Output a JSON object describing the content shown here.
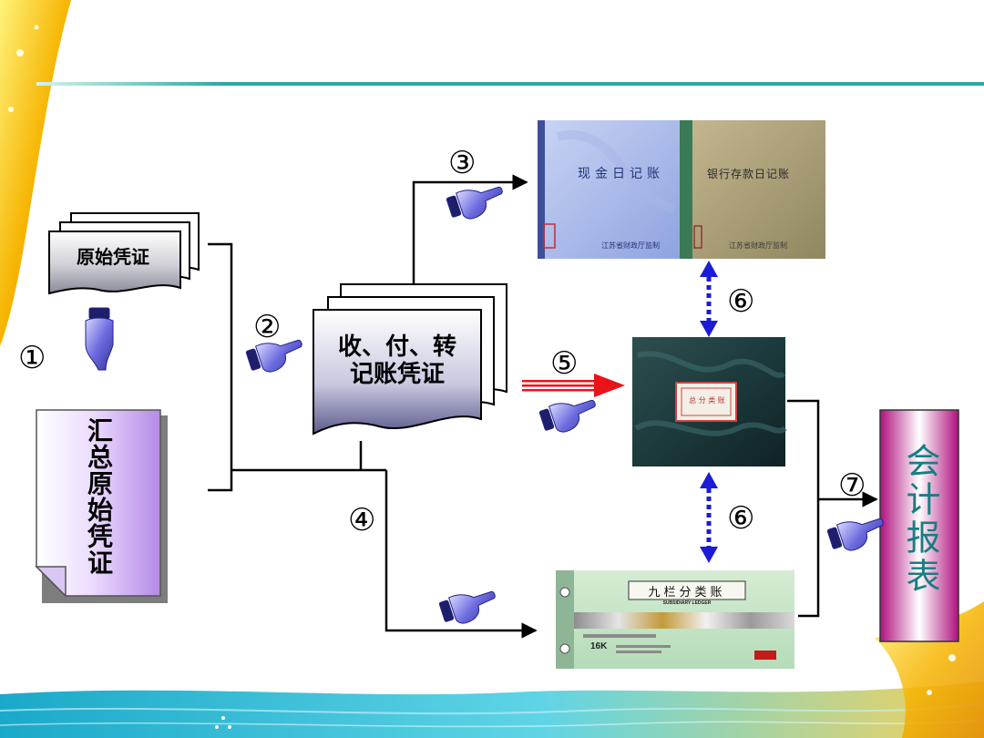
{
  "nodes": {
    "original_voucher": "原始凭证",
    "summary_voucher": "汇总原始凭证",
    "accounting_voucher_line1": "收、付、转",
    "accounting_voucher_line2": "记账凭证",
    "report": "会计报表"
  },
  "books": {
    "cash_journal": "现金日记账",
    "cash_journal_footer": "江苏省财政厅监制",
    "bank_journal": "银行存款日记账",
    "bank_journal_footer": "江苏省财政厅监制",
    "general_ledger_label": "总 分 类 账",
    "subsidiary_ledger_title": "九栏分类账",
    "subsidiary_ledger_subtitle": "SUBSIDIARY LEDGER",
    "subsidiary_ledger_size": "16K"
  },
  "steps": {
    "s1": "①",
    "s2": "②",
    "s3": "③",
    "s4": "④",
    "s5": "⑤",
    "s6a": "⑥",
    "s6b": "⑥",
    "s7": "⑦"
  },
  "colors": {
    "accent_line": "#2aa9a0",
    "arrow_red": "#e8141a",
    "arrow_blue": "#1b1bd8",
    "hand": "#5b5bd6",
    "voucher_stack": "#4a4a8a",
    "report_magenta": "#b0107e"
  }
}
